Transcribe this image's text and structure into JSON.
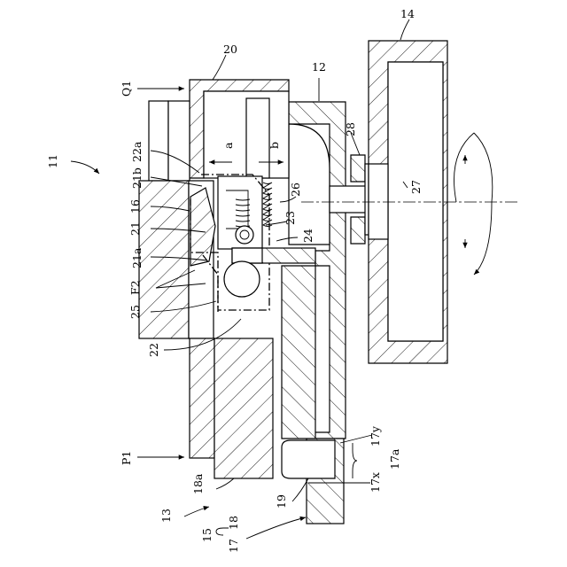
{
  "labels": {
    "n11": "11",
    "n12": "12",
    "n13": "13",
    "n14": "14",
    "n15": "15",
    "n16": "16",
    "n17": "17",
    "n17a": "17a",
    "n17x": "17x",
    "n17y": "17y",
    "n18": "18",
    "n18a": "18a",
    "n19": "19",
    "n20": "20",
    "n21": "21",
    "n21a": "21a",
    "n21b": "21b",
    "n22": "22",
    "n22a": "22a",
    "n23": "23",
    "n24": "24",
    "n25": "25",
    "n26": "26",
    "n27": "27",
    "n28": "28",
    "q1": "Q1",
    "p1": "P1",
    "f2": "F2",
    "a": "a",
    "b": "b"
  }
}
